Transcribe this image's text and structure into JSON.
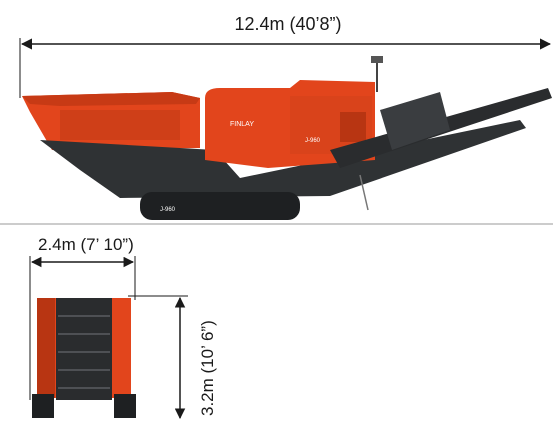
{
  "dimensions": {
    "length": "12.4m (40’8”)",
    "width": "2.4m (7’ 10”)",
    "height": "3.2m (10’ 6”)"
  },
  "machine": {
    "brand": "FINLAY",
    "model": "J-960"
  },
  "colors": {
    "body_orange": "#e2451c",
    "body_dark_orange": "#b83512",
    "chassis": "#2f3234",
    "track": "#1e2022",
    "line": "#1a1a1a"
  }
}
